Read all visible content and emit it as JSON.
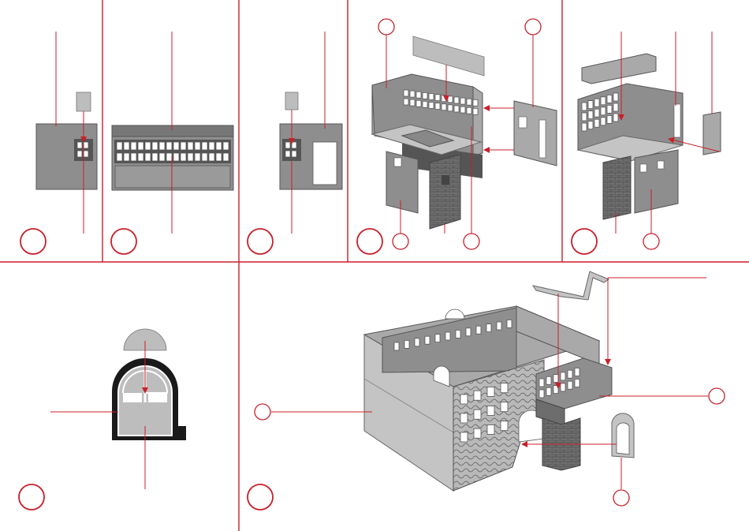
{
  "colors": {
    "accent": "#c8202a",
    "wall": "#8e8e8e",
    "wall_light": "#c4c4c4",
    "window": "#ffffff",
    "stone": "#6e6e6e"
  },
  "panels": [
    {
      "name": "step-a",
      "step_label": ""
    },
    {
      "name": "step-b",
      "step_label": ""
    },
    {
      "name": "step-c",
      "step_label": ""
    },
    {
      "name": "step-d",
      "step_label": ""
    },
    {
      "name": "step-e",
      "step_label": ""
    },
    {
      "name": "step-f",
      "step_label": ""
    },
    {
      "name": "step-g",
      "step_label": ""
    }
  ],
  "icons": [
    "red-arrow-icon",
    "step-circle-icon",
    "callout-circle-icon"
  ]
}
